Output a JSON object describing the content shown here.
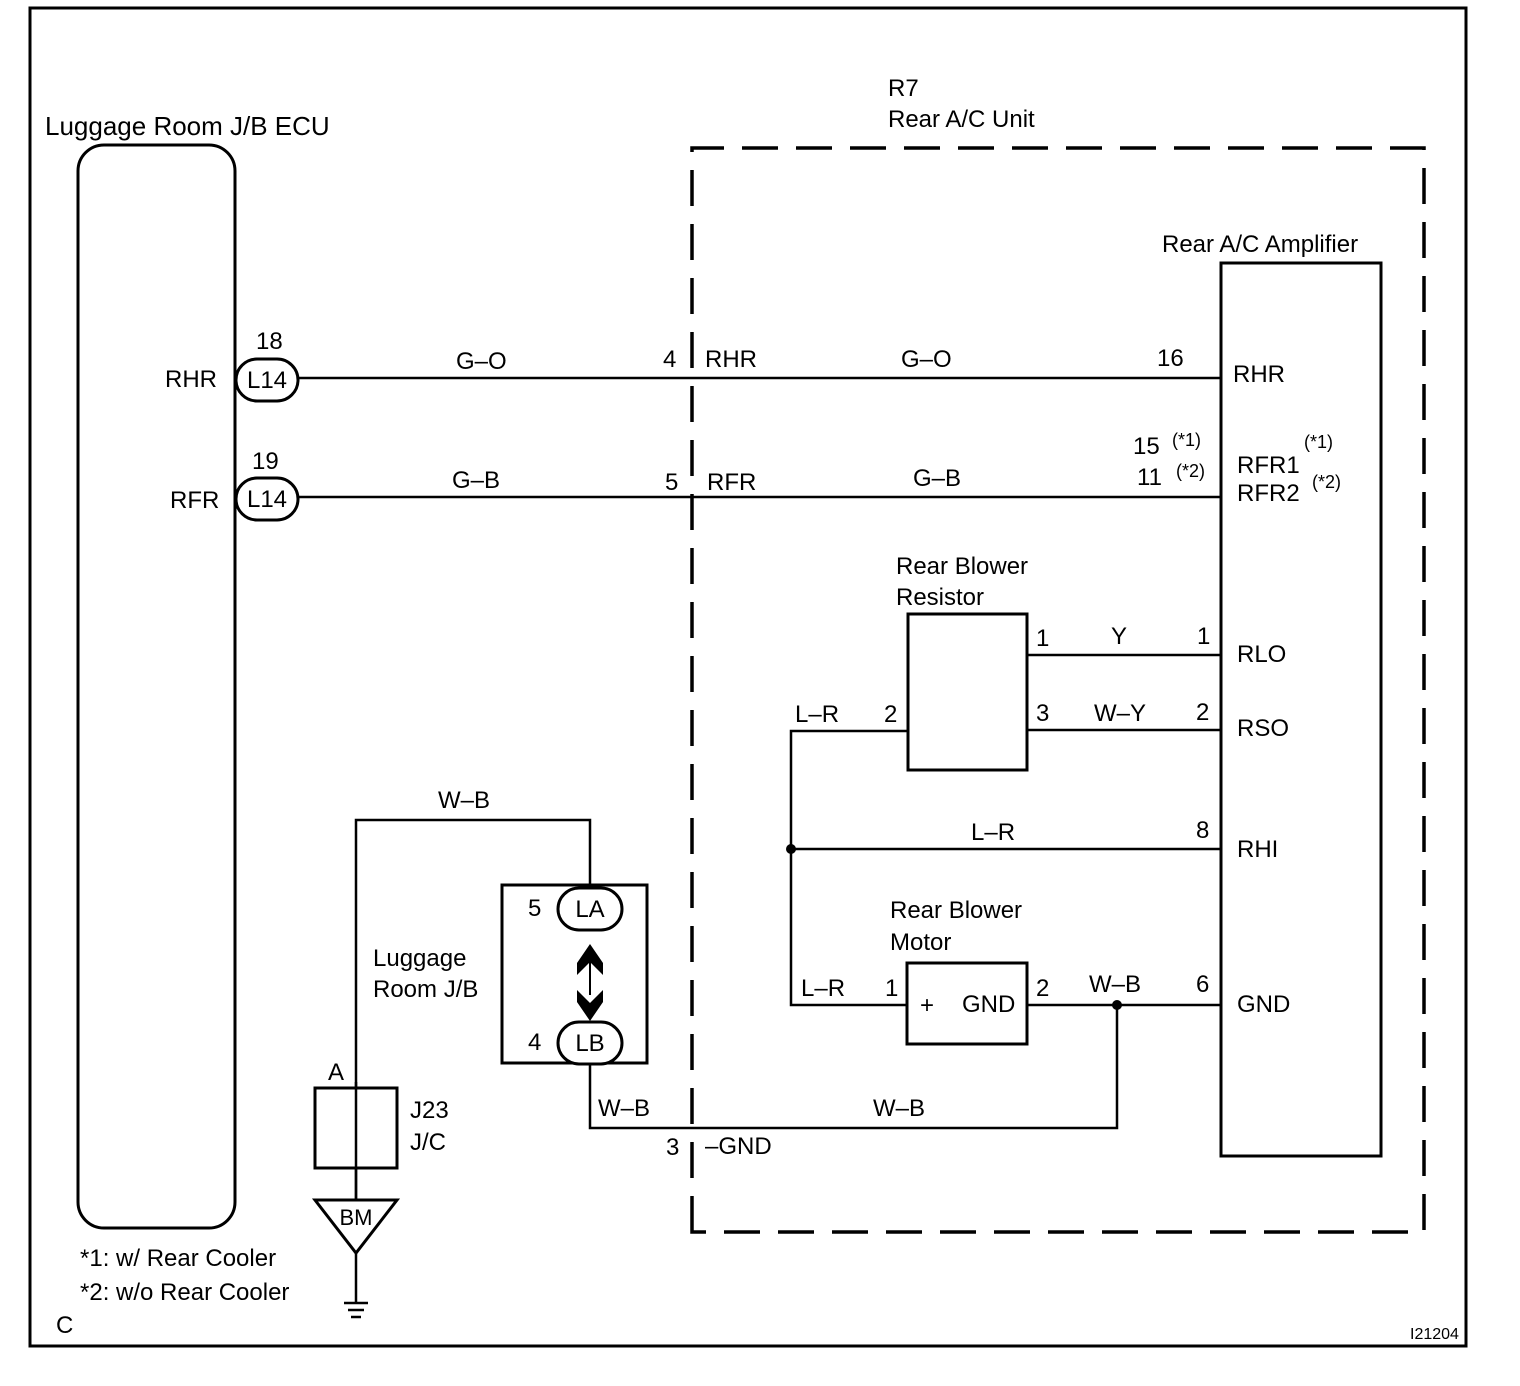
{
  "frame": {
    "corner_letter": "C",
    "figure_id": "I21204"
  },
  "ecu": {
    "title": "Luggage Room J/B ECU",
    "pins": [
      {
        "terminal": "RHR",
        "number": "18",
        "connector": "L14"
      },
      {
        "terminal": "RFR",
        "number": "19",
        "connector": "L14"
      }
    ]
  },
  "rear_ac_unit": {
    "code": "R7",
    "name": "Rear A/C Unit"
  },
  "amplifier": {
    "title": "Rear A/C Amplifier",
    "terminals": [
      "RHR",
      "RFR1",
      "RFR2",
      "RLO",
      "RSO",
      "RHI",
      "GND"
    ],
    "rfr1_note": "(*1)",
    "rfr2_note": "(*2)"
  },
  "unit_connector": {
    "pins": [
      {
        "number": "4",
        "name": "RHR"
      },
      {
        "number": "5",
        "name": "RFR"
      },
      {
        "number": "3",
        "name": "–GND"
      }
    ]
  },
  "wires": {
    "rhr_left": "G–O",
    "rhr_right": "G–O",
    "rhr_amp_pin": "16",
    "rfr_left": "G–B",
    "rfr_right": "G–B",
    "rfr_amp_pin1": "15",
    "rfr_amp_pin1_note": "(*1)",
    "rfr_amp_pin2": "11",
    "rfr_amp_pin2_note": "(*2)",
    "rlo": "Y",
    "rlo_res_pin": "1",
    "rlo_amp_pin": "1",
    "rso": "W–Y",
    "rso_res_pin": "3",
    "rso_amp_pin": "2",
    "res2": "L–R",
    "res2_pin": "2",
    "rhi": "L–R",
    "rhi_amp_pin": "8",
    "motor1": "L–R",
    "motor1_pin": "1",
    "motor2": "W–B",
    "motor2_pin": "2",
    "gnd_amp_pin": "6",
    "jb_top": "W–B",
    "jb_bottom": "W–B",
    "ground_run": "W–B"
  },
  "resistor": {
    "line1": "Rear Blower",
    "line2": "Resistor"
  },
  "motor": {
    "line1": "Rear Blower",
    "line2": "Motor",
    "plus": "+",
    "gnd": "GND"
  },
  "luggage_jb": {
    "line1": "Luggage",
    "line2": "Room J/B",
    "top_pin": "5",
    "top_connector": "LA",
    "bottom_pin": "4",
    "bottom_connector": "LB"
  },
  "junction": {
    "line1": "J23",
    "line2": "J/C",
    "pin": "A"
  },
  "ground": {
    "label": "BM"
  },
  "notes": [
    "*1: w/ Rear Cooler",
    "*2: w/o Rear Cooler"
  ]
}
